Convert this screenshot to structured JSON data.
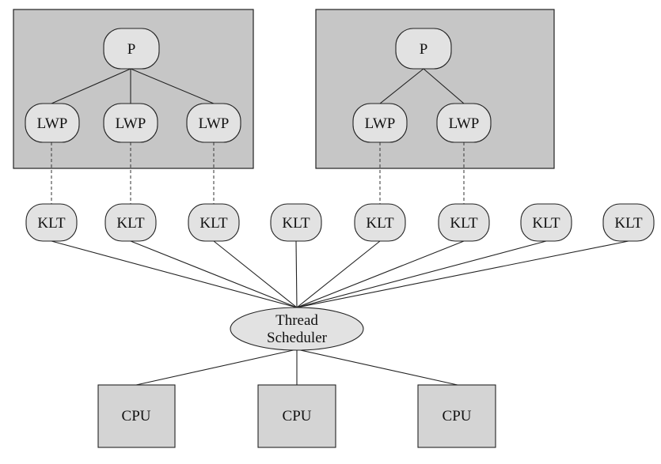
{
  "processes": [
    {
      "label": "P",
      "lwps": [
        "LWP",
        "LWP",
        "LWP"
      ]
    },
    {
      "label": "P",
      "lwps": [
        "LWP",
        "LWP"
      ]
    }
  ],
  "klts": [
    "KLT",
    "KLT",
    "KLT",
    "KLT",
    "KLT",
    "KLT",
    "KLT",
    "KLT"
  ],
  "scheduler": {
    "line1": "Thread",
    "line2": "Scheduler"
  },
  "cpus": [
    "CPU",
    "CPU",
    "CPU"
  ],
  "colors": {
    "process_box": "#c6c6c6",
    "node_fill": "#e2e2e2",
    "cpu_fill": "#d4d4d4",
    "stroke": "#222222"
  }
}
